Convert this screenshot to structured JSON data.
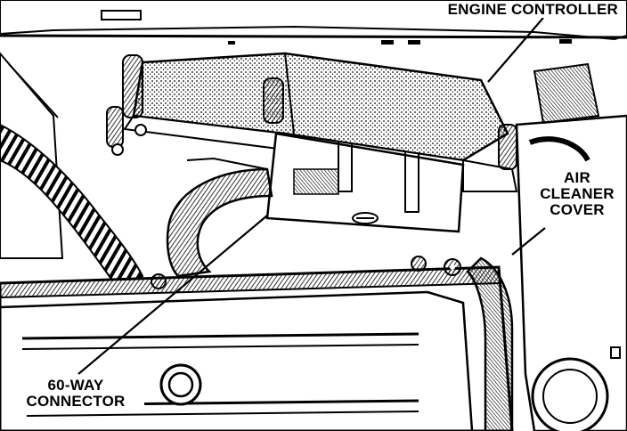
{
  "labels": {
    "engine_controller": "ENGINE CONTROLLER",
    "air_cleaner_cover": [
      "AIR",
      "CLEANER",
      "COVER"
    ],
    "sixty_way_connector": [
      "60-WAY",
      "CONNECTOR"
    ]
  },
  "colors": {
    "ink": "#000000",
    "paper": "#ffffff",
    "shade": "#555555"
  }
}
